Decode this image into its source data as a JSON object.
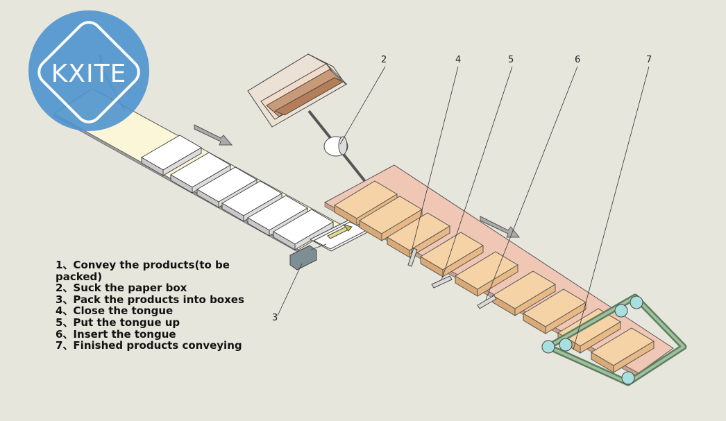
{
  "logo": {
    "text": "KXITE",
    "color": "#4f95cf"
  },
  "callouts": [
    "1",
    "2",
    "3",
    "4",
    "5",
    "6",
    "7"
  ],
  "legend": [
    "1、Convey the products(to be\npacked)",
    "2、Suck the paper box",
    "3、Pack the products into boxes",
    "4、Close the tongue",
    "5、Put the tongue up",
    "6、Insert the tongue",
    "7、Finished products conveying"
  ],
  "colors": {
    "background": "#e6e6dc",
    "product": "#fbfbfb",
    "box": "#f3c99a",
    "conveyor_end": "#f6d8d8",
    "belt": "#6f8f6f",
    "roller": "#a8e0e0"
  }
}
